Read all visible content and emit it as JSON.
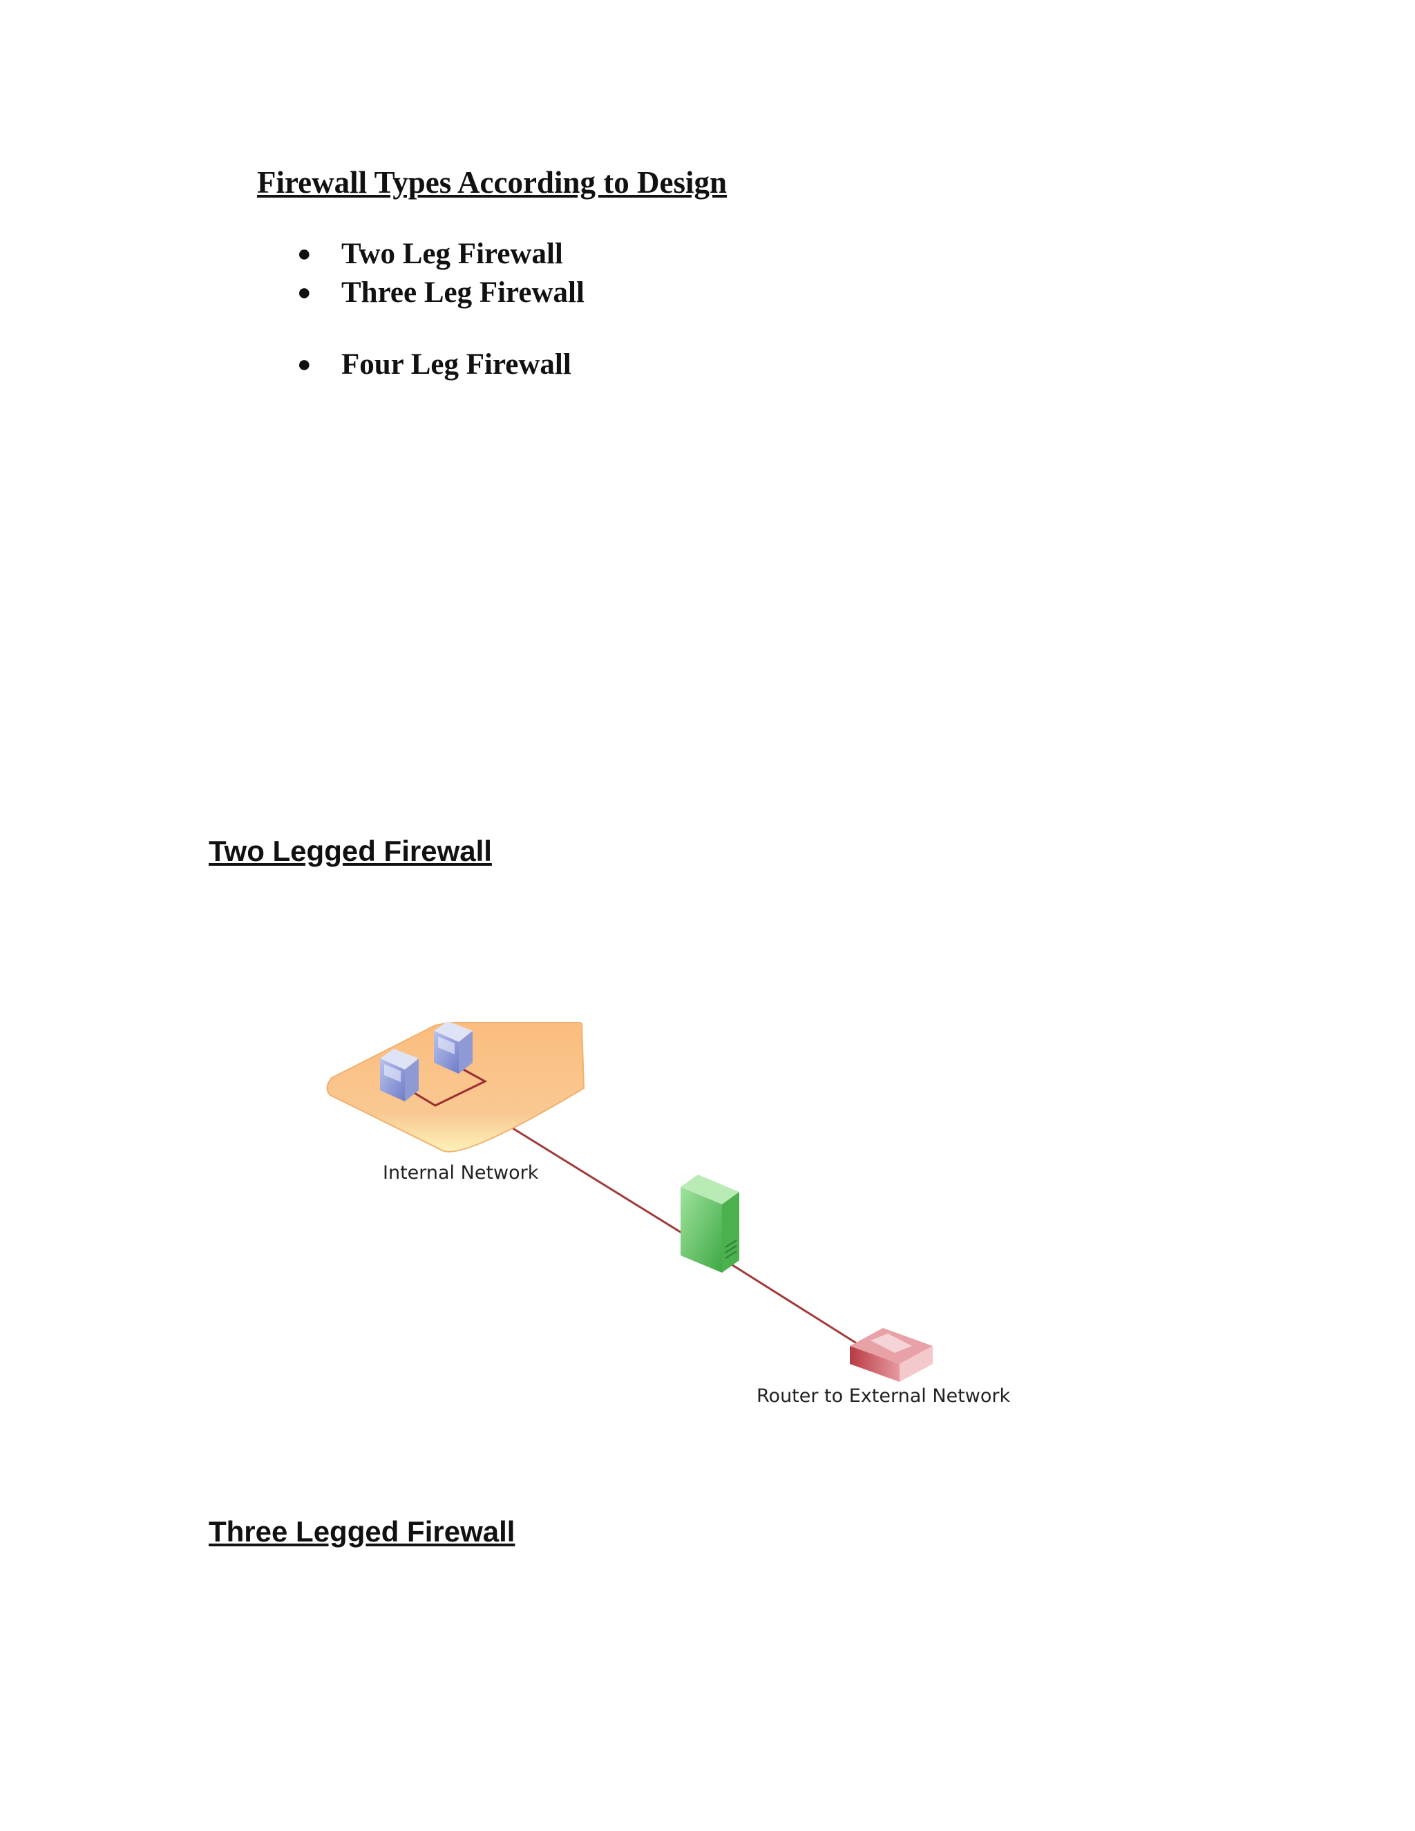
{
  "document": {
    "title": "Firewall Types According to Design",
    "bullets": [
      {
        "label": "Two Leg Firewall"
      },
      {
        "label": "Three Leg Firewall"
      },
      {
        "label": "Four Leg Firewall"
      }
    ],
    "sections": [
      {
        "heading": "Two Legged  Firewall"
      },
      {
        "heading": "Three Legged Firewall"
      }
    ]
  },
  "diagram": {
    "nodes": [
      {
        "label": "Internal Network",
        "icon": "network-zone-icon",
        "color": "#f9c48a"
      },
      {
        "label": "",
        "icon": "firewall-icon",
        "color": "#6cc96c"
      },
      {
        "label": "Router to External Network",
        "icon": "router-icon",
        "color": "#c9474c"
      }
    ],
    "link_color": "#a23a3a"
  }
}
